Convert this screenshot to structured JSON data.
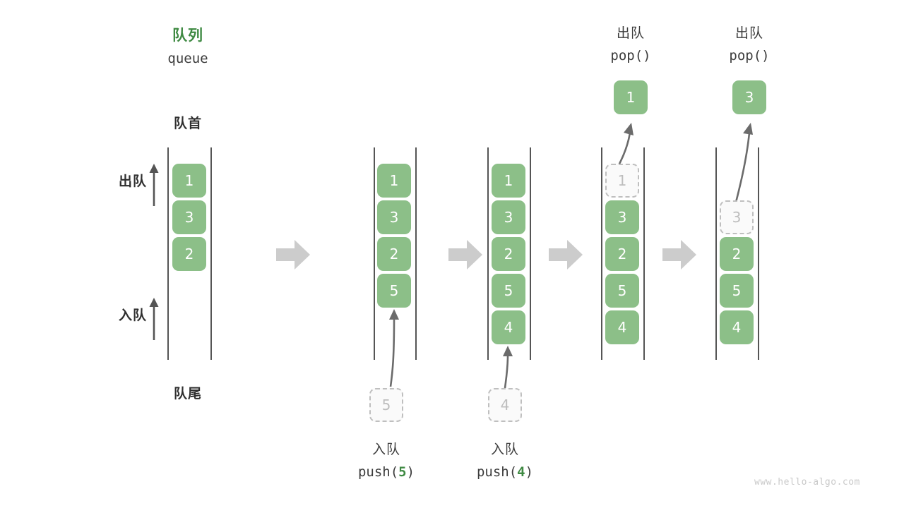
{
  "title": {
    "cn": "队列",
    "en": "queue"
  },
  "labels": {
    "front": "队首",
    "rear": "队尾",
    "dequeue": "出队",
    "enqueue": "入队"
  },
  "watermark": "www.hello-algo.com",
  "colors": {
    "cell_fill": "#8cbf88",
    "cell_text": "#ffffff",
    "ghost_fill": "#fafafa",
    "ghost_border": "#bfbfbf",
    "ghost_text": "#bdbdbd",
    "rail": "#555555",
    "accent_green": "#3f8a43",
    "text": "#3c3c3c",
    "step_arrow": "#cccccc"
  },
  "columns": [
    {
      "id": "initial",
      "header_cn": "",
      "header_code": "",
      "cells": [
        "1",
        "3",
        "2"
      ],
      "ghost_index": -1,
      "popped_value": "",
      "incoming_value": "",
      "footer_cn": "",
      "footer_code_prefix": "",
      "footer_code_value": "",
      "footer_code_suffix": ""
    },
    {
      "id": "after-push-5",
      "header_cn": "",
      "header_code": "",
      "cells": [
        "1",
        "3",
        "2",
        "5"
      ],
      "ghost_index": -1,
      "popped_value": "",
      "incoming_value": "5",
      "footer_cn": "入队",
      "footer_code_prefix": "push(",
      "footer_code_value": "5",
      "footer_code_suffix": ")"
    },
    {
      "id": "after-push-4",
      "header_cn": "",
      "header_code": "",
      "cells": [
        "1",
        "3",
        "2",
        "5",
        "4"
      ],
      "ghost_index": -1,
      "popped_value": "",
      "incoming_value": "4",
      "footer_cn": "入队",
      "footer_code_prefix": "push(",
      "footer_code_value": "4",
      "footer_code_suffix": ")"
    },
    {
      "id": "after-pop-1",
      "header_cn": "出队",
      "header_code": "pop()",
      "cells": [
        "1",
        "3",
        "2",
        "5",
        "4"
      ],
      "ghost_index": 0,
      "popped_value": "1",
      "incoming_value": "",
      "footer_cn": "",
      "footer_code_prefix": "",
      "footer_code_value": "",
      "footer_code_suffix": ""
    },
    {
      "id": "after-pop-3",
      "header_cn": "出队",
      "header_code": "pop()",
      "cells": [
        "3",
        "2",
        "5",
        "4"
      ],
      "ghost_index": 0,
      "popped_value": "3",
      "incoming_value": "",
      "footer_cn": "",
      "footer_code_prefix": "",
      "footer_code_value": "",
      "footer_code_suffix": ""
    }
  ],
  "step_arrows": [
    "step-arrow-1",
    "step-arrow-2",
    "step-arrow-3",
    "step-arrow-4"
  ]
}
